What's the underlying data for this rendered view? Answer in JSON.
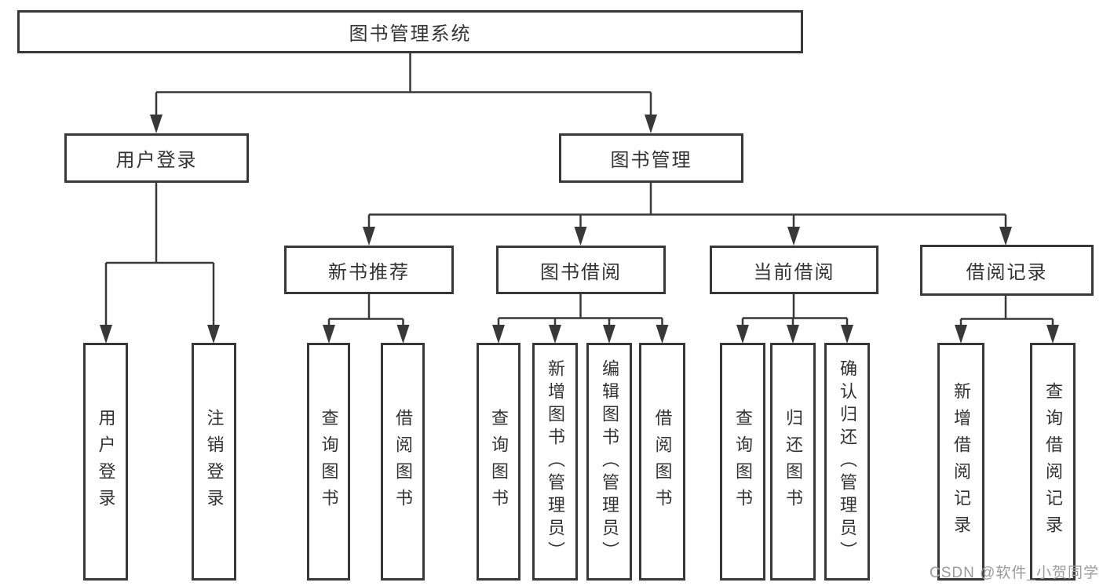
{
  "tree": {
    "root": {
      "label": "图书管理系统",
      "children": [
        {
          "label": "用户登录",
          "children": [
            {
              "label": "用户登录"
            },
            {
              "label": "注销登录"
            }
          ]
        },
        {
          "label": "图书管理",
          "children": [
            {
              "label": "新书推荐",
              "children": [
                {
                  "label": "查询图书"
                },
                {
                  "label": "借阅图书"
                }
              ]
            },
            {
              "label": "图书借阅",
              "children": [
                {
                  "label": "查询图书"
                },
                {
                  "label": "新增图书（管理员）"
                },
                {
                  "label": "编辑图书（管理员）"
                },
                {
                  "label": "借阅图书"
                }
              ]
            },
            {
              "label": "当前借阅",
              "children": [
                {
                  "label": "查询图书"
                },
                {
                  "label": "归还图书"
                },
                {
                  "label": "确认归还（管理员）"
                }
              ]
            },
            {
              "label": "借阅记录",
              "children": [
                {
                  "label": "新增借阅记录"
                },
                {
                  "label": "查询借阅记录"
                }
              ]
            }
          ]
        }
      ]
    }
  },
  "watermark": "CSDN @软件_小贺同学",
  "colors": {
    "line": "#383838",
    "text": "#333333",
    "background": "#ffffff",
    "watermark": "#9b9b9b"
  }
}
